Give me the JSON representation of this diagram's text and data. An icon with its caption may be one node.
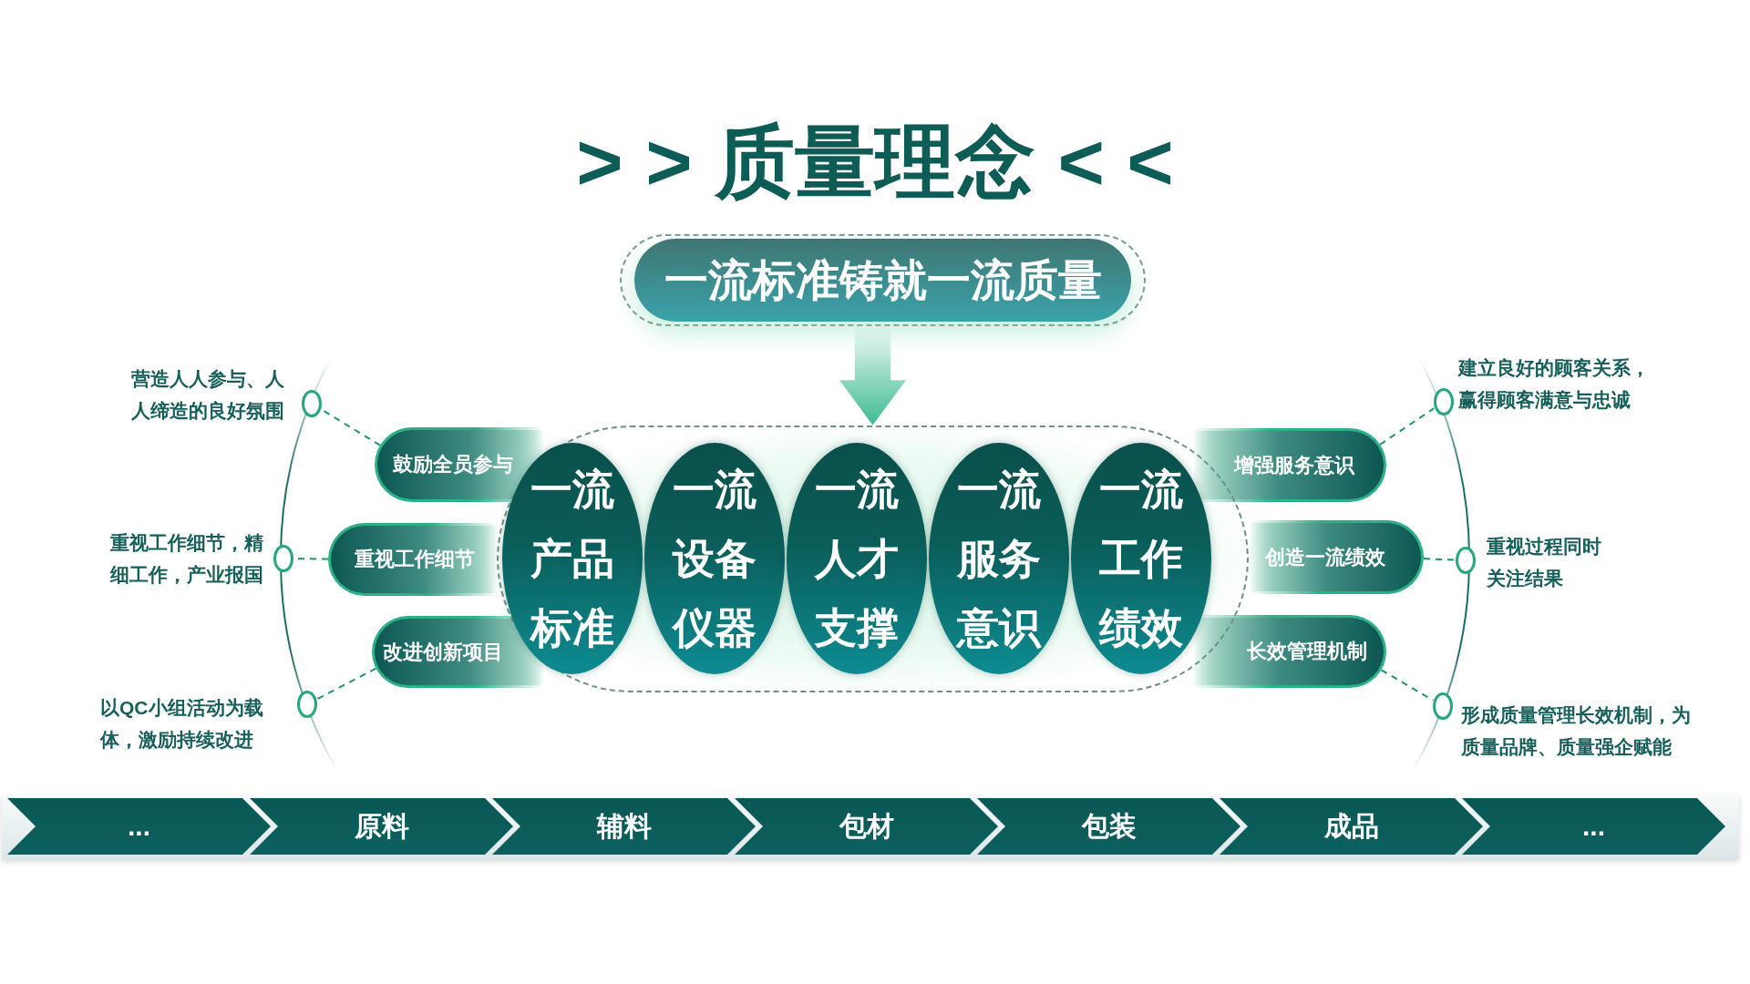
{
  "diagram": {
    "title": "> > 质量理念 < <",
    "nodes": [
      {
        "text": [
          "一流标准铸就一流质量"
        ]
      },
      {
        "text": [],
        "shape": "box"
      },
      {
        "text": [
          "一流产品标准"
        ],
        "in": 1
      },
      {
        "text": [
          "一流设备仪器"
        ],
        "in": 1
      },
      {
        "text": [
          "一流人才支撑"
        ],
        "in": 1
      },
      {
        "text": [
          "一流服务意识"
        ],
        "in": 1
      },
      {
        "text": [
          "一流工作绩效"
        ],
        "in": 1
      },
      {
        "text": [
          "鼓励全员参与"
        ]
      },
      {
        "text": [
          "重视工作细节"
        ]
      },
      {
        "text": [
          "改进创新项目"
        ]
      },
      {
        "text": [
          "增强服务意识"
        ]
      },
      {
        "text": [
          "创造一流绩效"
        ]
      },
      {
        "text": [
          "长效管理机制"
        ]
      },
      {
        "text": [],
        "shape": "circle",
        "beside": [
          "营造人人参与、人人缔造的良好氛围"
        ]
      },
      {
        "text": [],
        "shape": "circle",
        "beside": [
          "重视工作细节，精细工作，产业报国"
        ]
      },
      {
        "text": [],
        "shape": "circle",
        "beside": [
          "以QC小组活动为载体，激励持续改进"
        ]
      },
      {
        "text": [],
        "shape": "circle",
        "beside": [
          "建立良好的顾客关系，赢得顾客满意与忠诚"
        ]
      },
      {
        "text": [],
        "shape": "circle",
        "beside": [
          "重视过程同时关注结果"
        ]
      },
      {
        "text": [],
        "shape": "circle",
        "beside": [
          "形成质量管理长效机制，为质量品牌、质量强企赋能"
        ]
      },
      {
        "text": [
          "..."
        ]
      },
      {
        "text": [
          "原料"
        ]
      },
      {
        "text": [
          "辅料"
        ]
      },
      {
        "text": [
          "包材"
        ]
      },
      {
        "text": [
          "包装"
        ]
      },
      {
        "text": [
          "成品"
        ]
      },
      {
        "text": [
          "..."
        ]
      }
    ],
    "edges": [
      {
        "from": 0,
        "to": 1,
        "arrow": "to",
        "style": "thick",
        "color": "#3dba92"
      },
      {
        "from": 7,
        "to": 13,
        "arrow": "none",
        "style": "dashed"
      },
      {
        "from": 8,
        "to": 14,
        "arrow": "none",
        "style": "dashed"
      },
      {
        "from": 9,
        "to": 15,
        "arrow": "none",
        "style": "dashed"
      },
      {
        "from": 10,
        "to": 16,
        "arrow": "none",
        "style": "dashed"
      },
      {
        "from": 11,
        "to": 17,
        "arrow": "none",
        "style": "dashed"
      },
      {
        "from": 12,
        "to": 18,
        "arrow": "none",
        "style": "dashed"
      }
    ]
  }
}
